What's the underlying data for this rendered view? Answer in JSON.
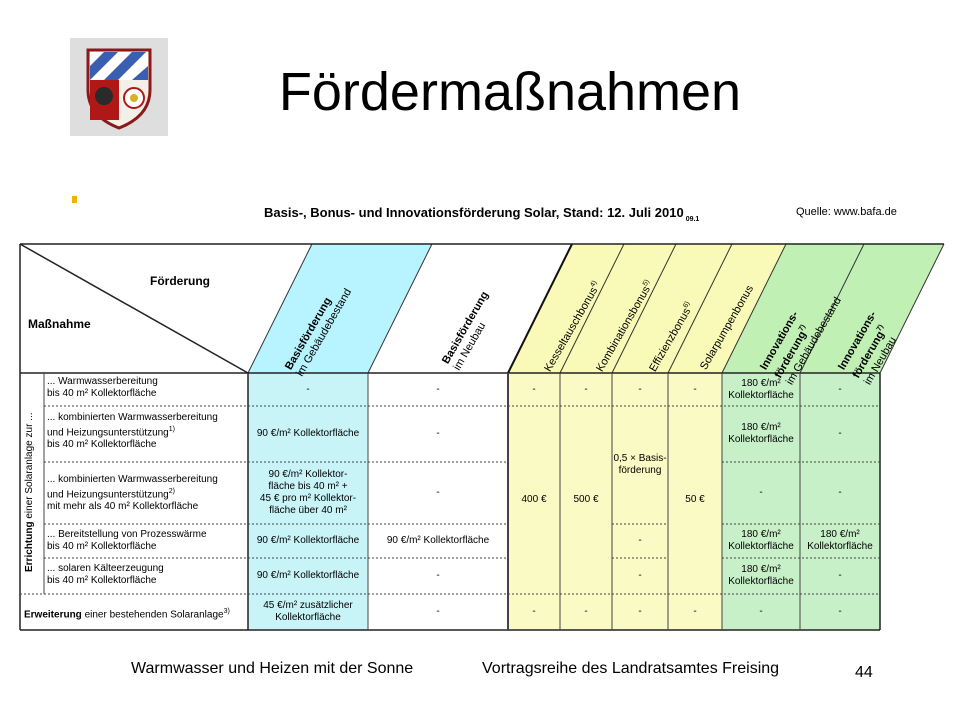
{
  "slide": {
    "title": "Fördermaßnahmen",
    "table_title": "Basis-, Bonus- und Innovationsförderung Solar, Stand: 12. Juli 2010",
    "table_title_suffix": "09.1",
    "source": "Quelle: www.bafa.de",
    "footer_left": "Warmwasser und Heizen mit der Sonne",
    "footer_right": "Vortragsreihe des Landratsamtes Freising",
    "page_number": "44"
  },
  "colors": {
    "cyan": "#c8f4f8",
    "yellow": "#fafac4",
    "green": "#c8f0c8",
    "cyan_header": "#b8f4ff",
    "yellow_header": "#fafab8",
    "green_header": "#c0f0b4"
  },
  "table": {
    "corner_top": "Förderung",
    "corner_bottom": "Maßnahme",
    "side_label_bold": "Errichtung",
    "side_label_rest": "einer Solaranlage zur ...",
    "columns": [
      {
        "bold": "Basisförderung",
        "rest": "im Gebäudebestand"
      },
      {
        "bold": "Basisförderung",
        "rest": "im Neubau"
      },
      {
        "bold": "",
        "rest": "Kesseltauschbonus",
        "sup": "4)"
      },
      {
        "bold": "",
        "rest": "Kombinationsbonus",
        "sup": "5)"
      },
      {
        "bold": "",
        "rest": "Effizienzbonus",
        "sup": "6)"
      },
      {
        "bold": "",
        "rest": "Solarpumpenbonus"
      },
      {
        "bold": "Innovations-",
        "bold2": "förderung",
        "sup": "7)",
        "rest": "im Gebäudebestand"
      },
      {
        "bold": "Innovations-",
        "bold2": "förderung",
        "sup": "7)",
        "rest": "im Neubau"
      }
    ],
    "rows": [
      {
        "l1": "... Warmwasserbereitung",
        "l2": "bis 40 m² Kollektorfläche"
      },
      {
        "l1": "... kombinierten Warmwasserbereitung",
        "l2": "und Heizungsunterstützung",
        "l2sup": "1)",
        "l3": "bis 40 m² Kollektorfläche"
      },
      {
        "l1": "... kombinierten Warmwasserbereitung",
        "l2": "und Heizungsunterstützung",
        "l2sup": "2)",
        "l3": "mit mehr als 40 m² Kollektorfläche"
      },
      {
        "l1": "... Bereitstellung von Prozesswärme",
        "l2": "bis 40 m² Kollektorfläche"
      },
      {
        "l1": "... solaren Kälteerzeugung",
        "l2": "bis 40 m² Kollektorfläche"
      }
    ],
    "last_row_bold": "Erweiterung",
    "last_row_rest": "einer bestehenden Solaranlage",
    "last_row_sup": "3)",
    "cells": {
      "dash": "-",
      "basis_bestand_r1": "-",
      "basis_bestand_r2": "90 €/m² Kollektorfläche",
      "basis_bestand_r3": "90 €/m² Kollektor-\nfläche bis 40 m² +\n45 € pro m² Kollektor-\nfläche über 40 m²",
      "basis_bestand_r4": "90 €/m² Kollektorfläche",
      "basis_bestand_r5": "90 €/m² Kollektorfläche",
      "basis_bestand_r6": "45 €/m² zusätzlicher\nKollektorfläche",
      "basis_neubau_r4": "90 €/m² Kollektorfläche",
      "kessel_merged": "400 €",
      "kombi_merged": "500 €",
      "effizienz_merged": "0,5 × Basis-\nförderung",
      "pumpen_merged": "50 €",
      "innov_bestand_r1": "180 €/m²\nKollektorfläche",
      "innov_bestand_r2": "180 €/m²\nKollektorfläche",
      "innov_bestand_r4": "180 €/m²\nKollektorfläche",
      "innov_bestand_r5": "180 €/m²\nKollektorfläche",
      "innov_neubau_r4": "180 €/m²\nKollektorfläche"
    }
  }
}
